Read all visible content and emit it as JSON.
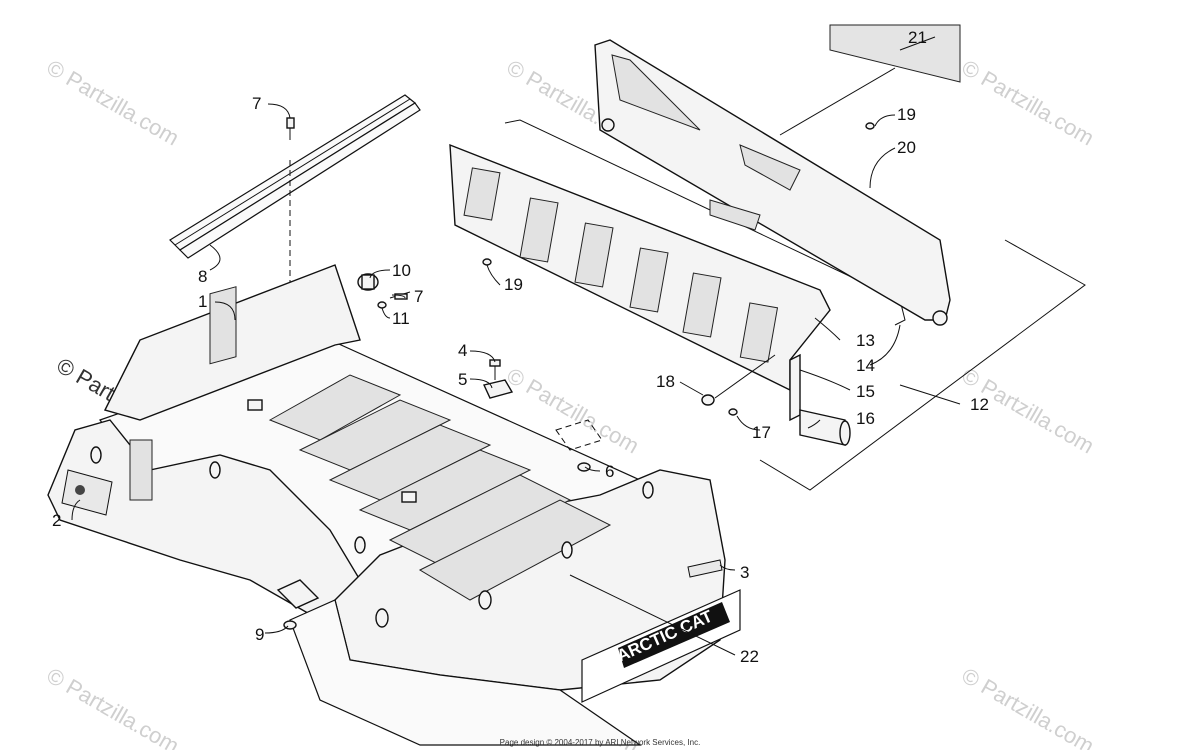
{
  "watermark": {
    "brand": "Partzilla.com",
    "symbol": "©",
    "dark_text": "© Partzilla.com"
  },
  "footer": "Page design © 2004-2017 by ARI Network Services, Inc.",
  "decal_brand": "ARCTIC CAT",
  "callouts": [
    "1",
    "2",
    "3",
    "4",
    "5",
    "6",
    "7",
    "7",
    "8",
    "9",
    "10",
    "11",
    "12",
    "13",
    "14",
    "15",
    "16",
    "17",
    "18",
    "19",
    "19",
    "20",
    "21",
    "22"
  ]
}
